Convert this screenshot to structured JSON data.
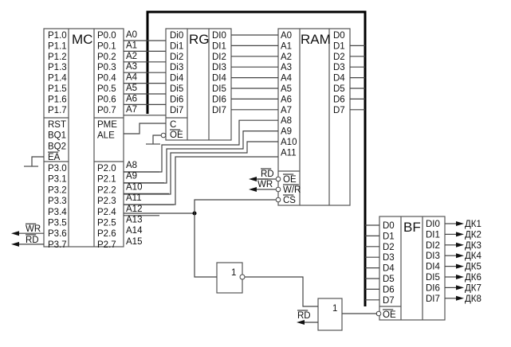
{
  "mc": {
    "title": "MC",
    "left_pins": [
      "P1.0",
      "P1.1",
      "P1.2",
      "P1.3",
      "P1.4",
      "P1.5",
      "P1.6",
      "P1.7"
    ],
    "ctrl_pins": [
      "RST",
      "BQ1",
      "BQ2",
      "EA"
    ],
    "p3_pins": [
      "P3.0",
      "P3.1",
      "P3.2",
      "P3.3",
      "P3.4",
      "P3.5",
      "P3.6",
      "P3.7"
    ],
    "p0_pins": [
      "P0.0",
      "P0.1",
      "P0.2",
      "P0.3",
      "P0.4",
      "P0.5",
      "P0.6",
      "P0.7"
    ],
    "ctrl_right": [
      "PME",
      "ALE"
    ],
    "p2_pins": [
      "P2.0",
      "P2.1",
      "P2.2",
      "P2.3",
      "P2.4",
      "P2.5",
      "P2.6",
      "P2.7"
    ],
    "wr_label": "WR",
    "rd_label": "RD"
  },
  "addr_low": [
    "A0",
    "A1",
    "A2",
    "A3",
    "A4",
    "A5",
    "A6",
    "A7"
  ],
  "addr_high": [
    "A8",
    "A9",
    "A10",
    "A11",
    "A12",
    "A13",
    "A14",
    "A15"
  ],
  "rg": {
    "title": "RG",
    "inputs": [
      "Di0",
      "Di1",
      "Di2",
      "Di3",
      "Di4",
      "Di5",
      "Di6",
      "Di7"
    ],
    "outputs": [
      "DI0",
      "DI1",
      "DI2",
      "DI3",
      "DI4",
      "DI5",
      "DI6",
      "DI7"
    ],
    "c_label": "C",
    "oe_label": "OE"
  },
  "ram": {
    "title": "RAM",
    "addr": [
      "A0",
      "A1",
      "A2",
      "A3",
      "A4",
      "A5",
      "A6",
      "A7",
      "A8",
      "A9",
      "A10",
      "A11"
    ],
    "data": [
      "D0",
      "D1",
      "D2",
      "D3",
      "D4",
      "D5",
      "D6",
      "D7"
    ],
    "ctrl": [
      "OE",
      "W/R",
      "CS"
    ],
    "rd_label": "RD",
    "wr_label": "WR"
  },
  "bf": {
    "title": "BF",
    "inputs": [
      "D0",
      "D1",
      "D2",
      "D3",
      "D4",
      "D5",
      "D6",
      "D7"
    ],
    "outputs": [
      "DI0",
      "DI1",
      "DI2",
      "DI3",
      "DI4",
      "DI5",
      "DI6",
      "DI7"
    ],
    "oe_label": "OE",
    "out_labels": [
      "ДК1",
      "ДК2",
      "ДК3",
      "ДК4",
      "ДК5",
      "ДК6",
      "ДК7",
      "ДК8"
    ]
  },
  "gates": {
    "not_label": "1",
    "or_label": "1",
    "rd_label": "RD"
  }
}
